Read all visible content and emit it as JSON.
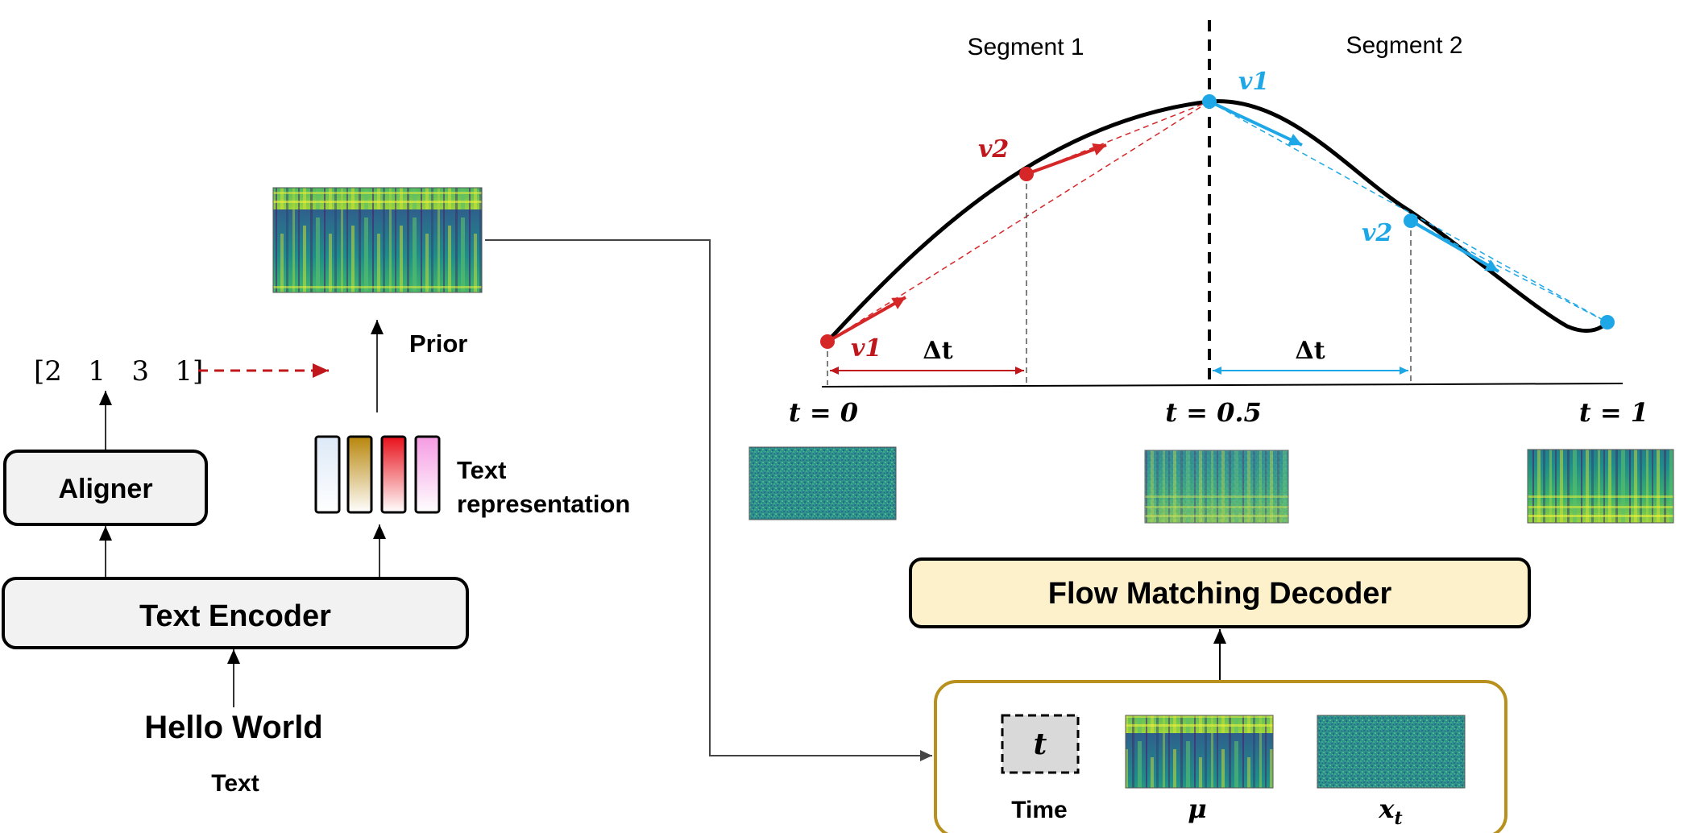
{
  "colors": {
    "red": "#d62728",
    "blue": "#1ea7e6",
    "encoder_fill": "#f2f2f2",
    "decoder_fill": "#fdf1cc",
    "input_border": "#b8901e",
    "time_fill": "#d9d9d9"
  },
  "left": {
    "input_text": "Hello World",
    "input_caption": "Text",
    "encoder_label": "Text Encoder",
    "aligner_label": "Aligner",
    "durations": "[2   1   3   1]",
    "text_rep_line1": "Text",
    "text_rep_line2": "representation",
    "prior_label": "Prior",
    "token_colors": [
      "#dde9f7",
      "#b8860b",
      "#e8101a",
      "#f59be3"
    ]
  },
  "right": {
    "segment1": "Segment 1",
    "segment2": "Segment 2",
    "v1_red": "v1",
    "v2_red": "v2",
    "v1_blue": "v1",
    "v2_blue": "v2",
    "delta_t_1": "Δt",
    "delta_t_2": "Δt",
    "t0": "t = 0",
    "t05": "t = 0.5",
    "t1": "t = 1",
    "decoder_label": "Flow Matching Decoder",
    "time_box": "t",
    "time_caption": "Time",
    "mu_caption": "μ",
    "xt_caption": "x",
    "xt_sub": "t"
  },
  "icons": {
    "spectrogram": "spectrogram-image",
    "noise": "noise-image"
  }
}
